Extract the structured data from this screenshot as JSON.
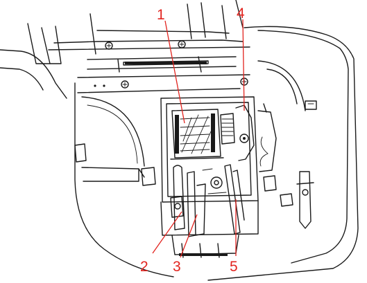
{
  "diagram": {
    "accent_color": "#e2241f",
    "ink_color": "#1a1a1a",
    "callouts": [
      {
        "id": "1",
        "label": "1"
      },
      {
        "id": "2",
        "label": "2"
      },
      {
        "id": "3",
        "label": "3"
      },
      {
        "id": "4",
        "label": "4"
      },
      {
        "id": "5",
        "label": "5"
      }
    ]
  }
}
